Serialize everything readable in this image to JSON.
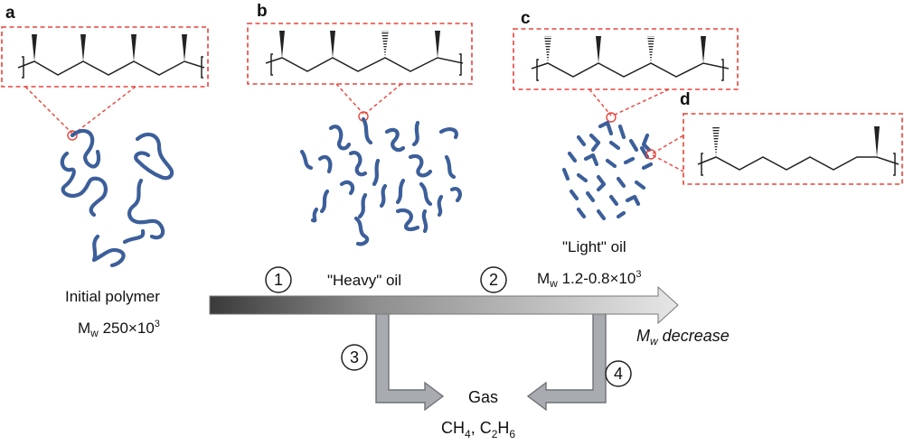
{
  "panels": {
    "a": "a",
    "b": "b",
    "c": "c",
    "d": "d"
  },
  "labels": {
    "initial_polymer": "Initial polymer",
    "initial_mw_symbol": "M",
    "initial_mw_sub": "w",
    "initial_mw_value": " 250×10",
    "initial_mw_exp": "3",
    "heavy_oil": "\"Heavy\" oil",
    "light_oil": "\"Light\" oil",
    "light_mw_symbol": "M",
    "light_mw_sub": "w",
    "light_mw_value": " 1.2-0.8×10",
    "light_mw_exp": "3",
    "mw_decrease_symbol": "M",
    "mw_decrease_sub": "w",
    "mw_decrease_text": " decrease",
    "gas": "Gas",
    "gas_formula": {
      "ch": "CH",
      "ch_sub": "4",
      "sep": ", C",
      "c_sub": "2",
      "h": "H",
      "h_sub": "6"
    }
  },
  "steps": [
    "1",
    "2",
    "3",
    "4"
  ],
  "colors": {
    "accent_red": "#e8433a",
    "strand_blue": "#3c5f9a",
    "arrow_gray": "#a8abb0"
  }
}
